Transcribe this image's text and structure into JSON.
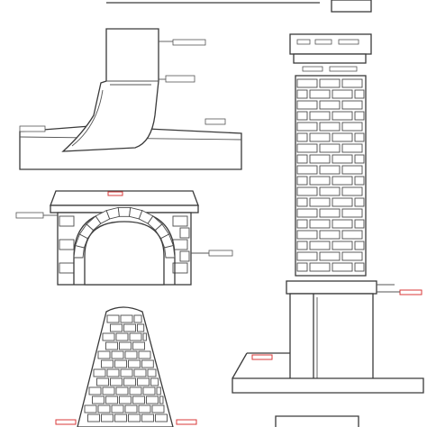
{
  "drawing": {
    "stroke_color": "#3a3a3a",
    "accent_color": "#d83a3a",
    "background": "#ffffff",
    "views": [
      "stovepipe-elevation",
      "brick-chimney-stack",
      "arched-fireplace-front",
      "conical-stone-hearth",
      "chimney-breast-base"
    ],
    "callouts": []
  }
}
